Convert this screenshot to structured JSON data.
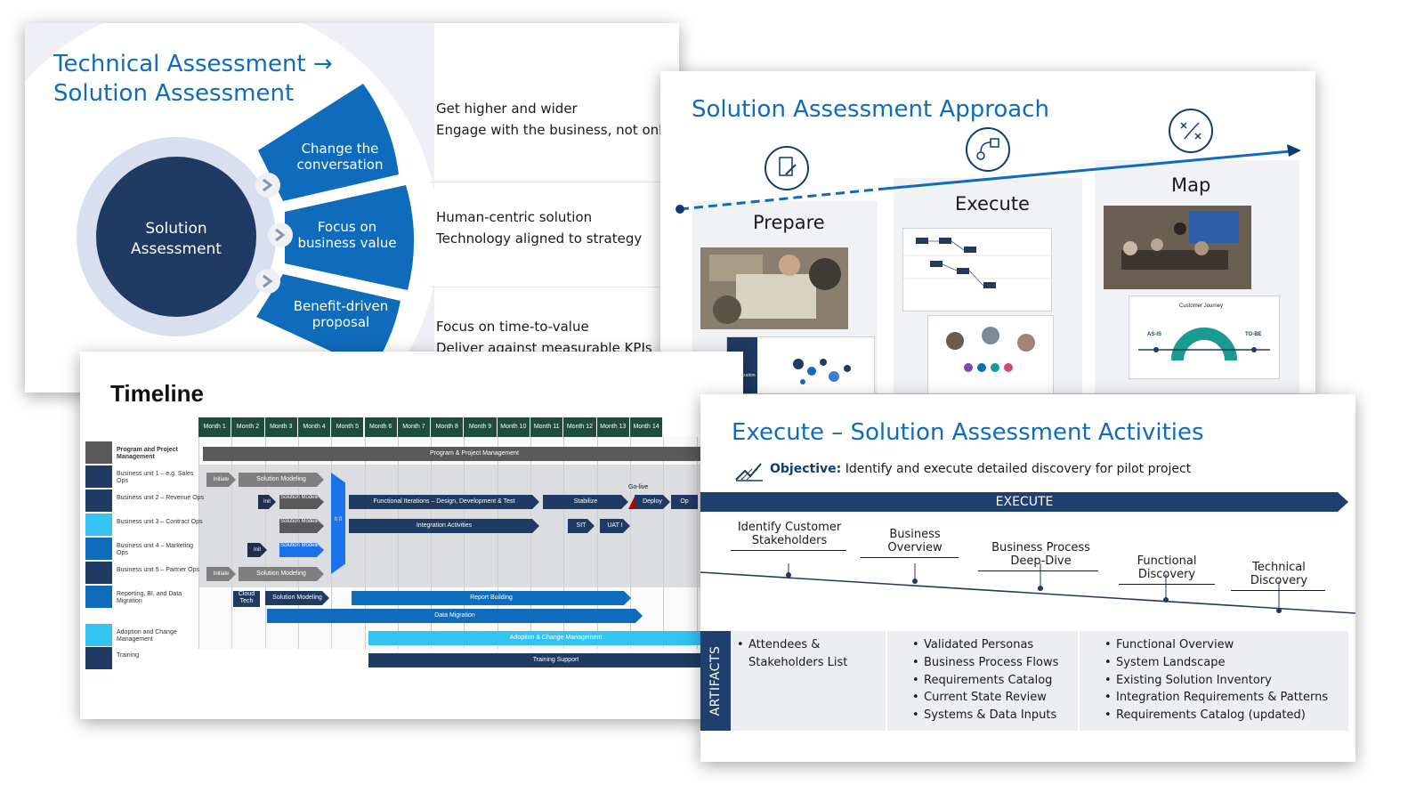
{
  "slide1": {
    "title_line1": "Technical Assessment →",
    "title_line2": "Solution Assessment",
    "center_label_line1": "Solution",
    "center_label_line2": "Assessment",
    "segments": [
      {
        "line1": "Change the",
        "line2": "conversation"
      },
      {
        "line1": "Focus on",
        "line2": "business value"
      },
      {
        "line1": "Benefit-driven",
        "line2": "proposal"
      }
    ],
    "benefits": [
      {
        "line1": "Get higher and wider",
        "line2": "Engage with the business, not only IT"
      },
      {
        "line1": "Human-centric solution",
        "line2": "Technology aligned to strategy"
      },
      {
        "line1": "Focus on time-to-value",
        "line2": "Deliver against measurable KPIs"
      }
    ],
    "colors": {
      "primary": "#0f6cbd",
      "dark": "#1f3a63",
      "ring": "#d9dfee"
    }
  },
  "slide2": {
    "title": "Solution Assessment Approach",
    "phases": [
      "Prepare",
      "Execute",
      "Map"
    ],
    "thumb_prepare_label": "Prioritization",
    "thumb_map_title": "Customer Journey",
    "thumb_map_asis": "AS-IS",
    "thumb_map_tobe": "TO-BE",
    "icons": [
      "document-edit-icon",
      "process-flow-icon",
      "strategy-map-icon"
    ]
  },
  "slide3": {
    "title": "Timeline",
    "months": [
      "Month 1",
      "Month 2",
      "Month 3",
      "Month 4",
      "Month 5",
      "Month 6",
      "Month 7",
      "Month 8",
      "Month 9",
      "Month 10",
      "Month 11",
      "Month 12",
      "Month 13",
      "Month 14"
    ],
    "rows": [
      "Program and Project Management",
      "Business unit 1 – e.g. Sales Ops",
      "Business unit 2 – Revenue Ops",
      "Business unit 3 – Contract Ops",
      "Business unit 4 – Marketing Ops",
      "Business unit 5 – Partner Ops",
      "Reporting, BI, and Data Migration",
      "Adoption and Change Management",
      "Training"
    ],
    "bars": {
      "ppm": "Program & Project Management",
      "initiate": "Initiate",
      "init": "Init",
      "solution_modeling": "Solution Modeling",
      "solution_modeling_short": "Solution Modeling",
      "it0": "It 0",
      "functional": "Functional Iterations – Design, Development & Test",
      "stabilize": "Stabilize",
      "golive": "Go-live",
      "deploy": "Deploy",
      "op": "Op",
      "integration": "Integration Activities",
      "sit": "SIT",
      "uat": "UAT I",
      "cloud_tech": "Cloud Tech",
      "report_building": "Report Building",
      "data_migration": "Data Migration",
      "adoption": "Adoption & Change Management",
      "training": "Training Support"
    }
  },
  "slide4": {
    "title": "Execute – Solution Assessment Activities",
    "objective_label": "Objective:",
    "objective_text": "Identify and execute detailed discovery for pilot project",
    "execute_label": "EXECUTE",
    "activities": [
      {
        "line1": "Identify Customer",
        "line2": "Stakeholders"
      },
      {
        "line1": "Business",
        "line2": "Overview"
      },
      {
        "line1": "Business Process",
        "line2": "Deep-Dive"
      },
      {
        "line1": "Functional",
        "line2": "Discovery"
      },
      {
        "line1": "Technical",
        "line2": "Discovery"
      }
    ],
    "artifacts_label": "ARTIFACTS",
    "artifacts_col1": [
      "Attendees &",
      "Stakeholders List"
    ],
    "artifacts_col2": [
      "Validated Personas",
      "Business Process Flows",
      "Requirements Catalog",
      "Current State Review",
      "Systems & Data Inputs"
    ],
    "artifacts_col3": [
      "Functional Overview",
      "System Landscape",
      "Existing Solution Inventory",
      "Integration Requirements & Patterns",
      "Requirements Catalog (updated)"
    ]
  }
}
